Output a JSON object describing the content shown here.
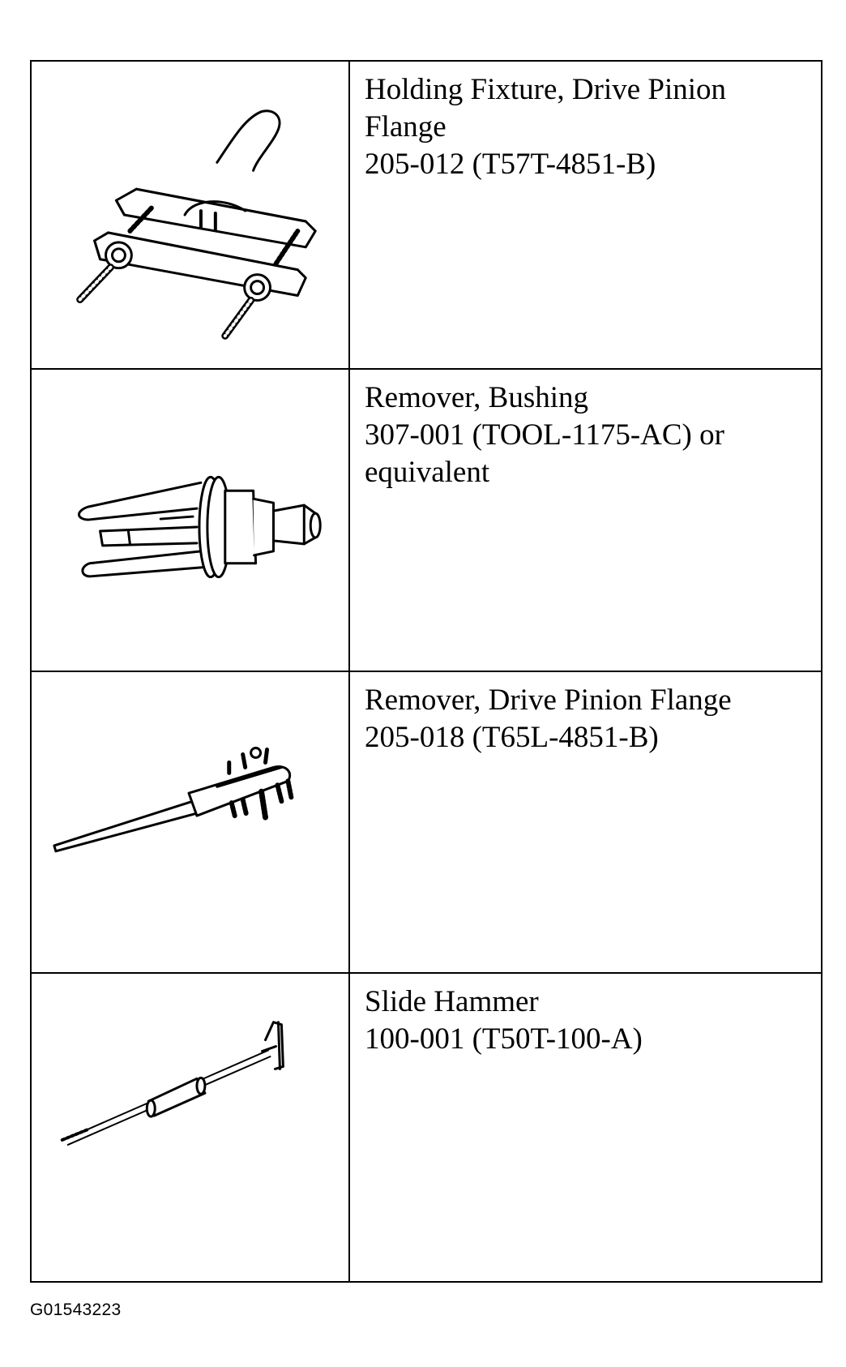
{
  "tools": [
    {
      "icon": "holding-fixture-icon",
      "lines": [
        "Holding Fixture, Drive Pinion",
        "Flange",
        "205-012 (T57T-4851-B)"
      ]
    },
    {
      "icon": "bushing-remover-icon",
      "lines": [
        "Remover, Bushing",
        "307-001 (TOOL-1175-AC) or",
        "equivalent"
      ]
    },
    {
      "icon": "flange-remover-icon",
      "lines": [
        "Remover, Drive Pinion Flange",
        "205-018 (T65L-4851-B)"
      ]
    },
    {
      "icon": "slide-hammer-icon",
      "lines": [
        "Slide Hammer",
        "100-001 (T50T-100-A)"
      ]
    }
  ],
  "figure_id": "G01543223"
}
